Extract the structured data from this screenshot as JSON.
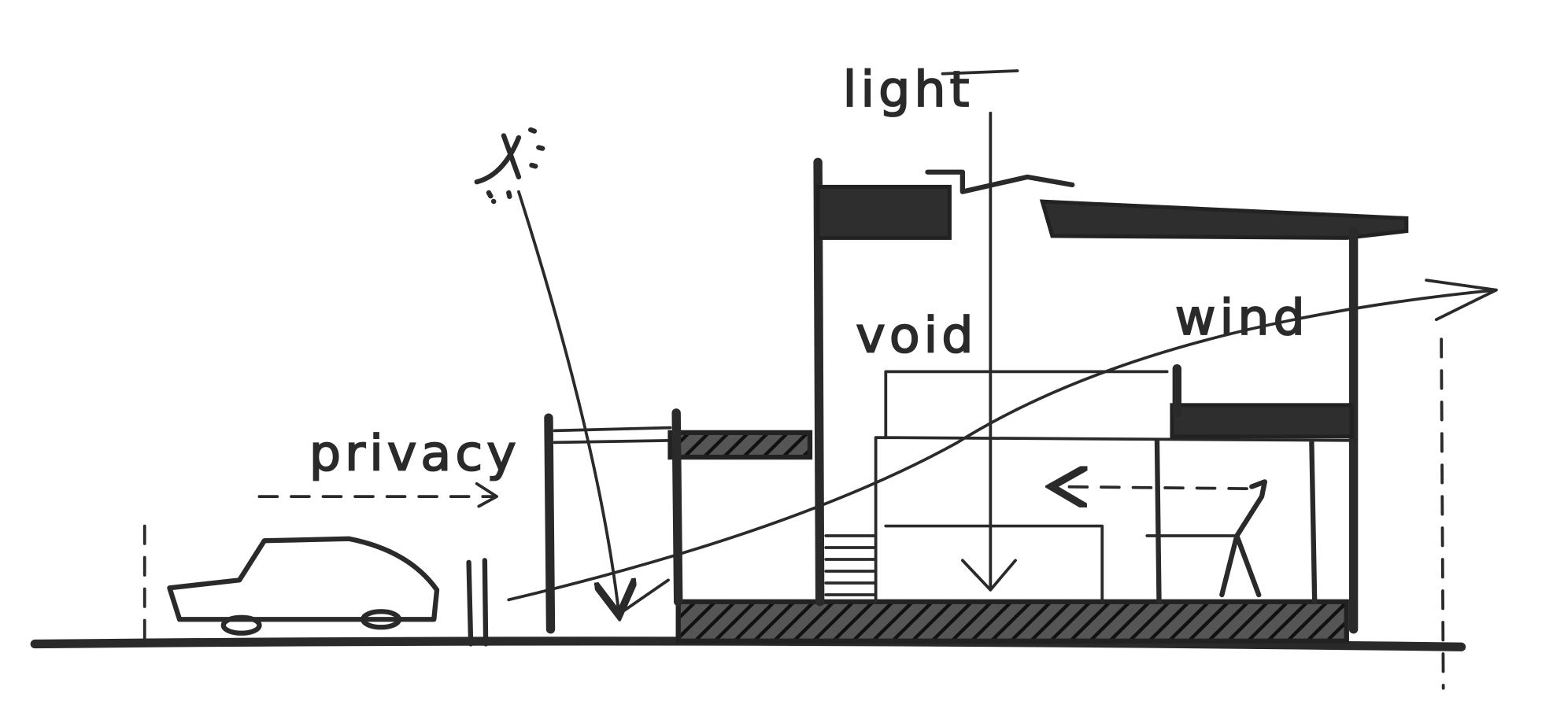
{
  "labels": {
    "light": "light",
    "void": "void",
    "wind": "wind",
    "privacy": "privacy"
  },
  "colors": {
    "ink": "#2a2a2a",
    "background": "#ffffff"
  }
}
